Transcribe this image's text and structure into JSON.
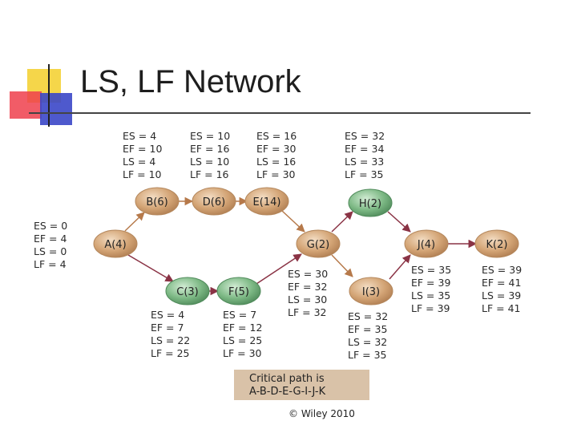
{
  "title": "LS, LF Network",
  "footer": "© Wiley 2010",
  "critical_path": {
    "line1": "Critical path is",
    "line2": "A-B-D-E-G-I-J-K"
  },
  "colors": {
    "node_tan": "#d3a475",
    "node_green": "#5f9e6a",
    "arrow": "#8a3345",
    "critical_box": "#d9c2a8"
  },
  "nodes": [
    {
      "id": "A",
      "label": "A(4)",
      "color": "tan",
      "ES": "ES = 0",
      "EF": "EF = 4",
      "LS": "LS = 0",
      "LF": "LF = 4"
    },
    {
      "id": "B",
      "label": "B(6)",
      "color": "tan",
      "ES": "ES = 4",
      "EF": "EF = 10",
      "LS": "LS = 4",
      "LF": "LF = 10"
    },
    {
      "id": "D",
      "label": "D(6)",
      "color": "tan",
      "ES": "ES = 10",
      "EF": "EF = 16",
      "LS": "LS = 10",
      "LF": "LF = 16"
    },
    {
      "id": "E",
      "label": "E(14)",
      "color": "tan",
      "ES": "ES = 16",
      "EF": "EF = 30",
      "LS": "LS = 16",
      "LF": "LF = 30"
    },
    {
      "id": "H",
      "label": "H(2)",
      "color": "green",
      "ES": "ES = 32",
      "EF": "EF = 34",
      "LS": "LS = 33",
      "LF": "LF = 35"
    },
    {
      "id": "C",
      "label": "C(3)",
      "color": "green",
      "ES": "ES = 4",
      "EF": "EF = 7",
      "LS": "LS = 22",
      "LF": "LF = 25"
    },
    {
      "id": "F",
      "label": "F(5)",
      "color": "green",
      "ES": "ES = 7",
      "EF": "EF = 12",
      "LS": "LS = 25",
      "LF": "LF = 30"
    },
    {
      "id": "G",
      "label": "G(2)",
      "color": "tan",
      "ES": "ES = 30",
      "EF": "EF = 32",
      "LS": "LS = 30",
      "LF": "LF = 32"
    },
    {
      "id": "I",
      "label": "I(3)",
      "color": "tan",
      "ES": "ES = 32",
      "EF": "EF = 35",
      "LS": "LS = 32",
      "LF": "LF = 35"
    },
    {
      "id": "J",
      "label": "J(4)",
      "color": "tan",
      "ES": "ES = 35",
      "EF": "EF = 39",
      "LS": "LS = 35",
      "LF": "LF = 39"
    },
    {
      "id": "K",
      "label": "K(2)",
      "color": "tan",
      "ES": "ES = 39",
      "EF": "EF = 41",
      "LS": "LS = 39",
      "LF": "LF = 41"
    }
  ]
}
